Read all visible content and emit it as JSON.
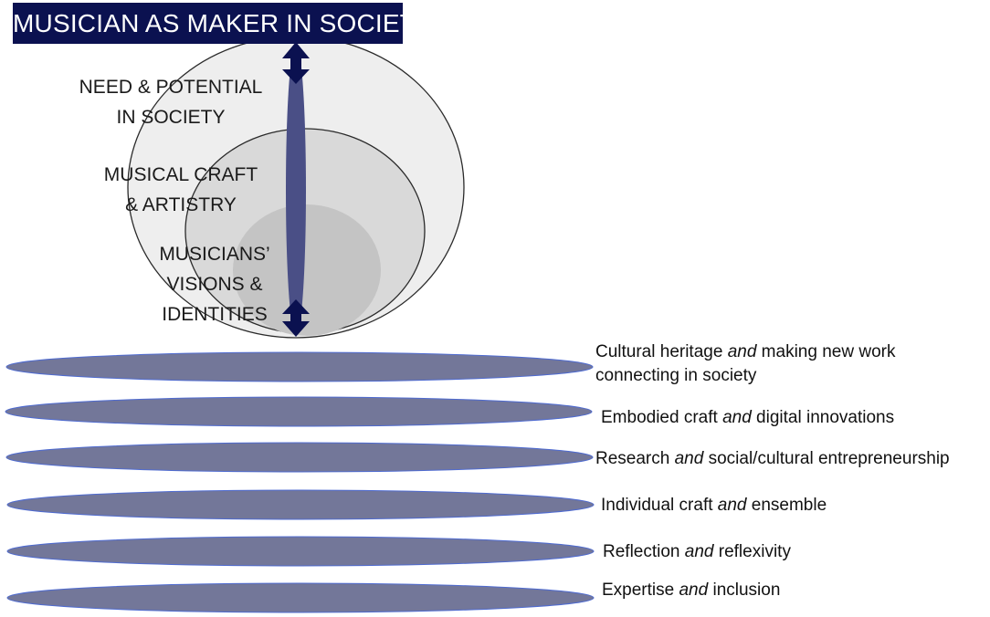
{
  "title": "MUSICIAN AS MAKER IN SOCIETY",
  "circles": [
    {
      "lines": [
        "NEED & POTENTIAL",
        "IN SOCIETY"
      ],
      "fill": "#eeeeee"
    },
    {
      "lines": [
        "MUSICAL CRAFT",
        "& ARTISTRY"
      ],
      "fill": "#d9d9d9"
    },
    {
      "lines": [
        "MUSICIANS’",
        "VISIONS &",
        "IDENTITIES"
      ],
      "fill": "#c4c4c4"
    }
  ],
  "bands": [
    {
      "lines": [
        {
          "before": "Cultural heritage ",
          "em": "and",
          "after": " making new work"
        },
        {
          "before": "connecting in society",
          "em": "",
          "after": ""
        }
      ]
    },
    {
      "lines": [
        {
          "before": "Embodied craft ",
          "em": "and",
          "after": " digital innovations"
        }
      ]
    },
    {
      "lines": [
        {
          "before": "Research ",
          "em": "and",
          "after": " social/cultural entrepreneurship"
        }
      ]
    },
    {
      "lines": [
        {
          "before": "Individual craft ",
          "em": "and",
          "after": " ensemble"
        }
      ]
    },
    {
      "lines": [
        {
          "before": "Reflection ",
          "em": "and",
          "after": " reflexivity"
        }
      ]
    },
    {
      "lines": [
        {
          "before": "Expertise ",
          "em": "and",
          "after": " inclusion"
        }
      ]
    }
  ],
  "colors": {
    "title_bg": "#0b1150",
    "band_fill": "#737799",
    "band_stroke": "#4f6bd0",
    "spindle": "#4a4f86",
    "arrow": "#0b1150",
    "circle_stroke": "#2a2a2a"
  }
}
